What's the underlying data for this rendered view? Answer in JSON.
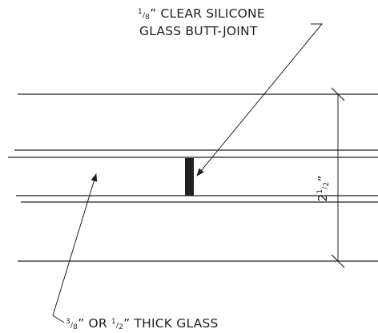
{
  "callouts": {
    "joint": {
      "fraction_num": "1",
      "fraction_den": "8",
      "line1_rest": "” CLEAR SILICONE",
      "line2": "GLASS BUTT-JOINT"
    },
    "glass": {
      "frac1_num": "3",
      "frac1_den": "8",
      "mid": "” OR ",
      "frac2_num": "1",
      "frac2_den": "2",
      "rest": "” THICK GLASS"
    }
  },
  "dimension": {
    "whole": "2",
    "frac_num": "1",
    "frac_den": "2",
    "inch_mark": "”"
  },
  "colors": {
    "ink": "#231f20"
  }
}
